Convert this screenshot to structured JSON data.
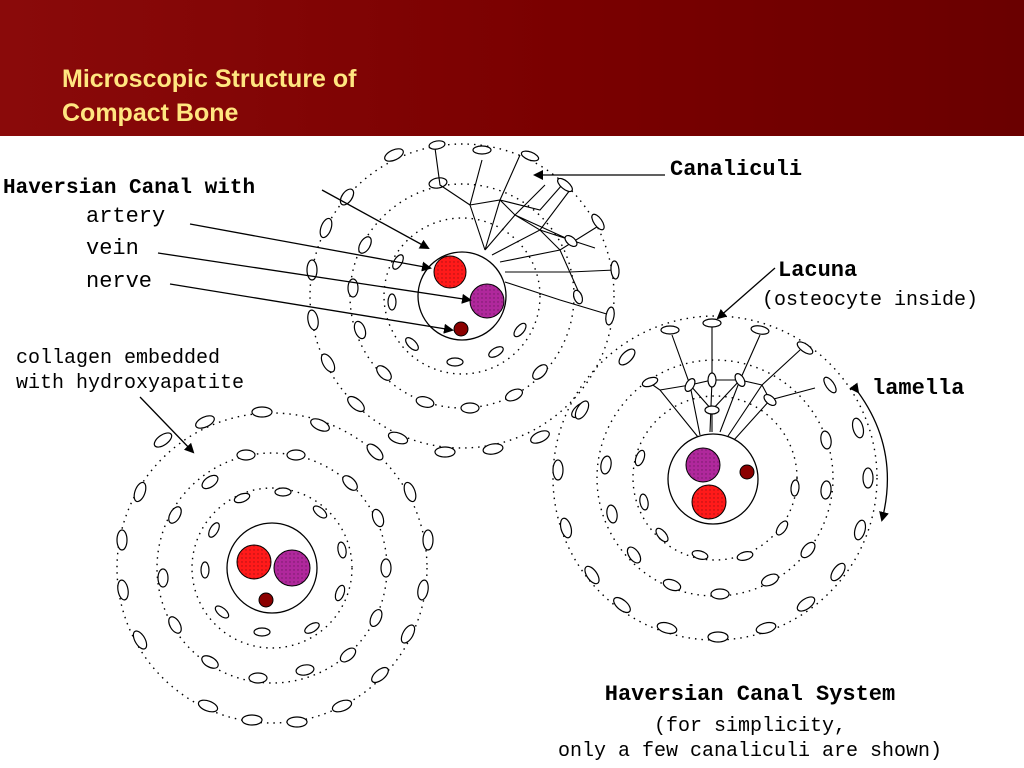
{
  "slide": {
    "title_line1": "Microscopic Structure of",
    "title_line2": "Compact Bone"
  },
  "labels": {
    "haversian_canal_with": "Haversian Canal with",
    "artery": "artery",
    "vein": "vein",
    "nerve": "nerve",
    "collagen_line1": "collagen embedded",
    "collagen_line2": "with hydroxyapatite",
    "canaliculi": "Canaliculi",
    "lacuna": "Lacuna",
    "osteocyte": "(osteocyte inside)",
    "lamella": "lamella",
    "system_title": "Haversian Canal System",
    "note_line1": "(for simplicity,",
    "note_line2": "only a few canaliculi are shown)"
  },
  "colors": {
    "header_bg": "#7a0000",
    "title_text": "#ffe680",
    "artery": "#ff1a1a",
    "vein": "#b0289c",
    "nerve": "#8b0000"
  }
}
